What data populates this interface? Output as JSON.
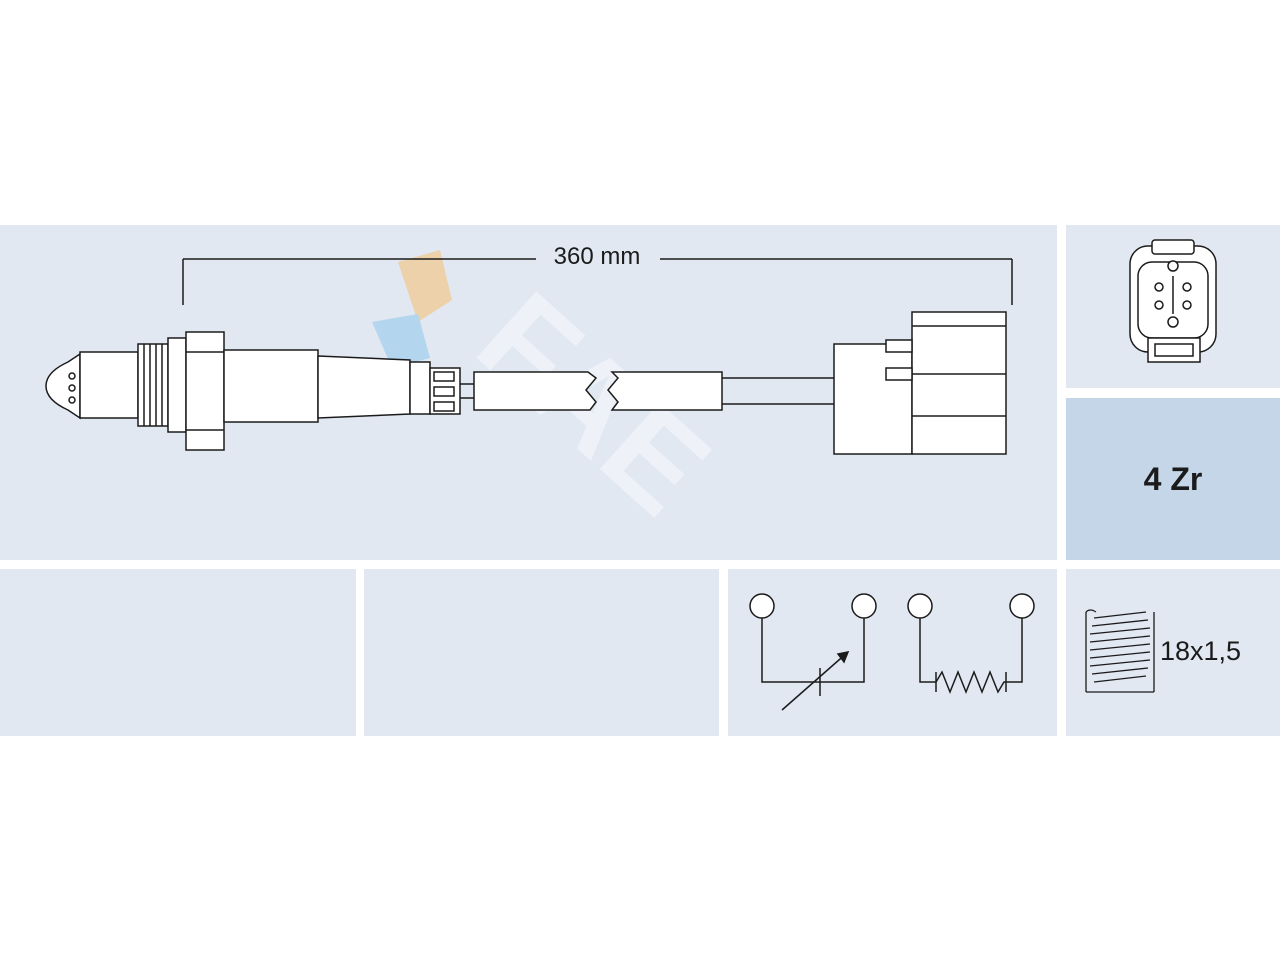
{
  "cable_length": "360 mm",
  "sensor_type": "4 Zr",
  "thread_size": "18x1,5",
  "watermark_text": "FAE",
  "colors": {
    "panel_background": "#e1e8f2",
    "panel_accent": "#c5d6e8",
    "line": "#1b1b1b",
    "part_fill": "#ffffff",
    "logo_orange": "#f5a623",
    "logo_blue": "#4aa3df"
  },
  "icons": [
    "oxygen-sensor-drawing",
    "connector-face-icon",
    "heater-resistor-icon",
    "variable-resistor-icon",
    "thread-icon",
    "fae-logo-watermark"
  ]
}
